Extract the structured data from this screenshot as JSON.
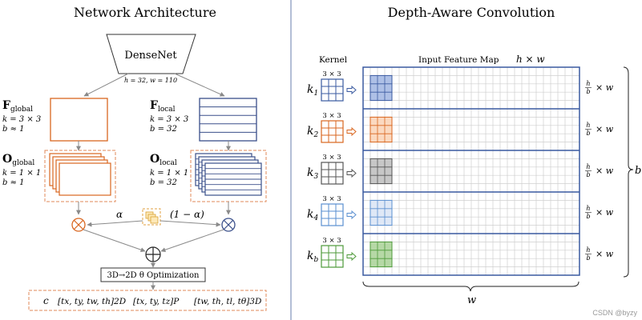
{
  "colors": {
    "orange": "#d9661f",
    "blue": "#3a4f8a",
    "arrow": "#8a8a8a",
    "divider": "#9aa9c8",
    "dash_orange": "#e08a5a",
    "k1_fill": "#aec0e6",
    "k2_fill": "#fbd9c0",
    "k3_fill": "#c7c7c7",
    "k4_fill": "#dfe8f6",
    "kb_fill": "#b6d8a6",
    "k1_color": "#3a5aa0",
    "k2_color": "#d9661f",
    "k3_color": "#555555",
    "k4_color": "#5a8fd0",
    "kb_color": "#4e9a3a"
  },
  "left": {
    "title": "Network Architecture",
    "densenet_label": "DenseNet",
    "densenet_params": "h = 32, w = 110",
    "f_global": {
      "name": "F",
      "sub": "global",
      "k": "k = 3 × 3",
      "b": "b ≈ 1"
    },
    "f_local": {
      "name": "F",
      "sub": "local",
      "k": "k = 3 × 3",
      "b": "b = 32"
    },
    "o_global": {
      "name": "O",
      "sub": "global",
      "k": "k = 1 × 1",
      "b": "b ≈ 1"
    },
    "o_local": {
      "name": "O",
      "sub": "local",
      "k": "k = 1 × 1",
      "b": "b = 32"
    },
    "alpha": "α",
    "one_minus_alpha": "(1 − α)",
    "optimization": "3D→2D θ Optimization",
    "output": {
      "c": "c",
      "box2d": "[tx, ty, tw, th]2D",
      "proj": "[tx, ty, tz]P",
      "box3d": "[tw, th, tl, tθ]3D"
    }
  },
  "right": {
    "title": "Depth-Aware Convolution",
    "kernel_label": "Kernel",
    "feature_map_label": "Input Feature Map",
    "feature_map_dims": "h × w",
    "kernel_size": "3 × 3",
    "rows": [
      {
        "label": "k",
        "sub": "1",
        "fill_key": "k1_fill",
        "color_key": "k1_color"
      },
      {
        "label": "k",
        "sub": "2",
        "fill_key": "k2_fill",
        "color_key": "k2_color"
      },
      {
        "label": "k",
        "sub": "3",
        "fill_key": "k3_fill",
        "color_key": "k3_color"
      },
      {
        "label": "k",
        "sub": "4",
        "fill_key": "k4_fill",
        "color_key": "k4_color"
      },
      {
        "label": "k",
        "sub": "b",
        "fill_key": "kb_fill",
        "color_key": "kb_color"
      }
    ],
    "row_size_label": "h/b × w",
    "b_label": "b",
    "w_label": "w"
  },
  "watermark": "CSDN @byzy"
}
